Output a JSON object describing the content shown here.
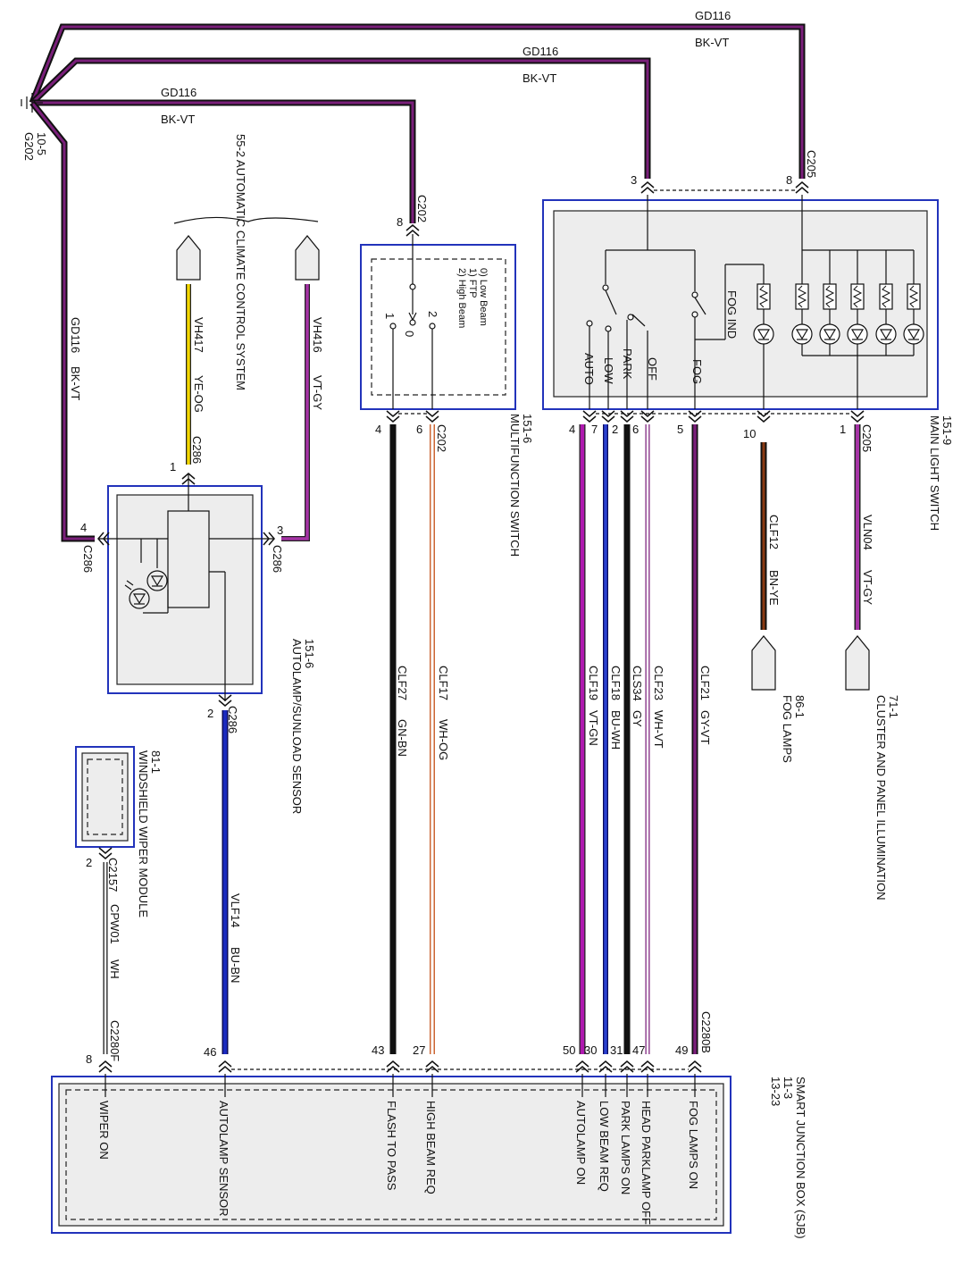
{
  "ground": {
    "ref": "G202",
    "page": "10-5"
  },
  "ground_wires": [
    {
      "circuit": "GD116",
      "color": "BK-VT"
    },
    {
      "circuit": "GD116",
      "color": "BK-VT"
    },
    {
      "circuit": "GD116",
      "color": "BK-VT"
    },
    {
      "circuit": "GD116",
      "color": "BK-VT"
    }
  ],
  "climate": {
    "title": "55-2 AUTOMATIC CLIMATE CONTROL SYSTEM"
  },
  "vh417": {
    "circuit": "VH417",
    "color": "YE-OG"
  },
  "vh416": {
    "circuit": "VH416",
    "color": "VT-GY"
  },
  "sensor": {
    "title": "AUTOLAMP/SUNLOAD SENSOR",
    "page": "151-6",
    "pin1": "1",
    "conn1": "C286",
    "pin4": "4",
    "conn4": "C286",
    "pin3": "3",
    "conn3": "C286",
    "pin2": "2",
    "conn2": "C286"
  },
  "mfs": {
    "title": "MULTIFUNCTION SWITCH",
    "page": "151-6",
    "top_pin": "8",
    "top_conn": "C202",
    "legend0": "0) Low Beam",
    "legend1": "1) FTP",
    "legend2": "2) High Beam",
    "pos1": "1",
    "pos0": "0",
    "pos2": "2",
    "out_pin_a": "4",
    "out_pin_b": "6",
    "out_conn": "C202"
  },
  "mls": {
    "title": "MAIN LIGHT SWITCH",
    "page": "151-9",
    "top_pin_a": "3",
    "top_pin_b": "8",
    "top_conn": "C205",
    "labels": {
      "auto": "AUTO",
      "low": "LOW",
      "park": "PARK",
      "off": "OFF",
      "fog": "FOG",
      "fog_ind": "FOG IND"
    },
    "pins": [
      "4",
      "7",
      "2",
      "6",
      "5",
      "10",
      "1"
    ],
    "out_conn": "C205"
  },
  "wires": {
    "clf27": {
      "circuit": "CLF27",
      "color": "GN-BN"
    },
    "clf17": {
      "circuit": "CLF17",
      "color": "WH-OG"
    },
    "clf19": {
      "circuit": "CLF19",
      "color": "VT-GN"
    },
    "clf18": {
      "circuit": "CLF18",
      "color": "BU-WH"
    },
    "cls34": {
      "circuit": "CLS34",
      "color": "GY"
    },
    "clf23": {
      "circuit": "CLF23",
      "color": "WH-VT"
    },
    "clf21": {
      "circuit": "CLF21",
      "color": "GY-VT"
    },
    "clf12": {
      "circuit": "CLF12",
      "color": "BN-YE"
    },
    "vln04": {
      "circuit": "VLN04",
      "color": "VT-GY"
    },
    "vlf14": {
      "circuit": "VLF14",
      "color": "BU-BN"
    },
    "cpw01": {
      "circuit": "CPW01",
      "color": "WH"
    }
  },
  "fog_lamps": {
    "title": "FOG LAMPS",
    "page": "86-1"
  },
  "cluster": {
    "title": "CLUSTER AND PANEL ILLUMINATION",
    "page": "71-1"
  },
  "wiper": {
    "title": "WINDSHIELD WIPER MODULE",
    "page": "81-1",
    "pin": "2",
    "conn": "C2157"
  },
  "sjb": {
    "title": "SMART JUNCTION BOX (SJB)",
    "page_a": "11-3",
    "page_b": "13-23",
    "conn_b": "C2280B",
    "conn_f": "C2280F",
    "pins": [
      "8",
      "46",
      "43",
      "27",
      "50",
      "30",
      "31",
      "47",
      "49"
    ],
    "labels": {
      "wiper_on": "WIPER ON",
      "autolamp_sensor": "AUTOLAMP SENSOR",
      "flash_to_pass": "FLASH TO PASS",
      "high_beam_req": "HIGH BEAM REQ",
      "autolamp_on": "AUTOLAMP ON",
      "low_beam_req": "LOW BEAM REQ",
      "park_lamps_on": "PARK LAMPS ON",
      "head_parklamp_off": "HEAD PARKLAMP OFF",
      "fog_lamps_on": "FOG LAMPS ON"
    }
  },
  "colors": {
    "black": "#111111",
    "violet": "#7a1f7a",
    "magenta": "#b01ab0",
    "yellow": "#f2d600",
    "blue": "#1a2abf",
    "orange": "#cc6633",
    "brown": "#6b2d10",
    "gray": "#555555",
    "box_border": "#2233bb",
    "box_fill": "#ededed"
  }
}
